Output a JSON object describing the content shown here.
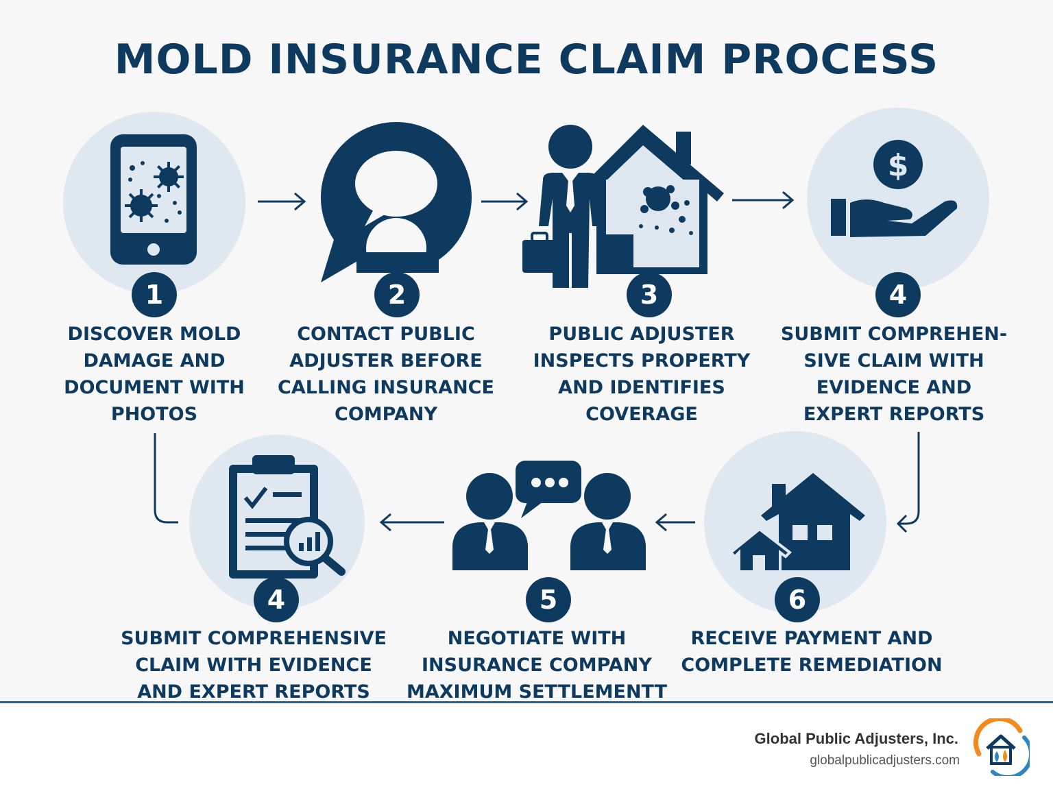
{
  "title": "MOLD INSURANCE CLAIM PROCESS",
  "colors": {
    "navy": "#0e3a5f",
    "circle_bg": "#dfe8f0",
    "divider": "#2f5d94",
    "logo_orange": "#f28a1e",
    "logo_blue": "#2e86c1"
  },
  "steps": [
    {
      "num": "1",
      "icon": "phone-mold-photo-icon",
      "lines": [
        "DISCOVER MOLD",
        "DAMAGE AND",
        "DOCUMENT WITH",
        "PHOTOS"
      ]
    },
    {
      "num": "2",
      "icon": "speech-bubble-person-icon",
      "lines": [
        "CONTACT PUBLIC",
        "ADJUSTER BEFORE",
        "CALLING INSURANCE",
        "COMPANY"
      ]
    },
    {
      "num": "3",
      "icon": "adjuster-inspecting-house-icon",
      "lines": [
        "PUBLIC ADJUSTER",
        "INSPECTS PROPERTY",
        "AND IDENTIFIES",
        "COVERAGE"
      ]
    },
    {
      "num": "4",
      "icon": "hand-receiving-dollar-icon",
      "lines": [
        "SUBMIT COMPREHEN-",
        "SIVE CLAIM WITH",
        "EVIDENCE AND",
        "EXPERT REPORTS"
      ]
    },
    {
      "num": "4",
      "icon": "clipboard-checklist-magnifier-icon",
      "lines": [
        "SUBMIT COMPREHENSIVE",
        "CLAIM WITH EVIDENCE",
        "AND EXPERT REPORTS"
      ]
    },
    {
      "num": "5",
      "icon": "two-people-negotiating-icon",
      "lines": [
        "NEGOTIATE WITH",
        "INSURANCE COMPANY",
        "MAXIMUM SETTLEMENTT"
      ]
    },
    {
      "num": "6",
      "icon": "houses-icon",
      "lines": [
        "RECEIVE PAYMENT AND",
        "COMPLETE REMEDIATION"
      ]
    }
  ],
  "footer": {
    "company": "Global Public Adjusters, Inc.",
    "website": "globalpublicadjusters.com",
    "logo_icon": "house-flame-droplet-logo-icon"
  }
}
